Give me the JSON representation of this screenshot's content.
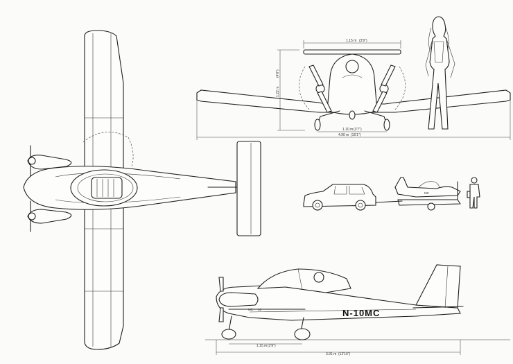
{
  "dimensions": {
    "prop_span": "1.15 m",
    "prop_span_imperial": "(3'9\")",
    "height": "1.22 m",
    "height_imperial": "(4'0\")",
    "track": "1.10 m",
    "track_imperial": "(3'7\")",
    "wingspan": "4.90 m",
    "wingspan_imperial": "(16'1\")",
    "wheelbase": "1.15 m",
    "wheelbase_imperial": "(3'9\")",
    "length": "3.91 m",
    "length_imperial": "(12'10\")"
  },
  "aircraft": {
    "registration": "N-10MC",
    "fuselage_small_text_1": "MC",
    "fuselage_small_text_2": "10"
  }
}
